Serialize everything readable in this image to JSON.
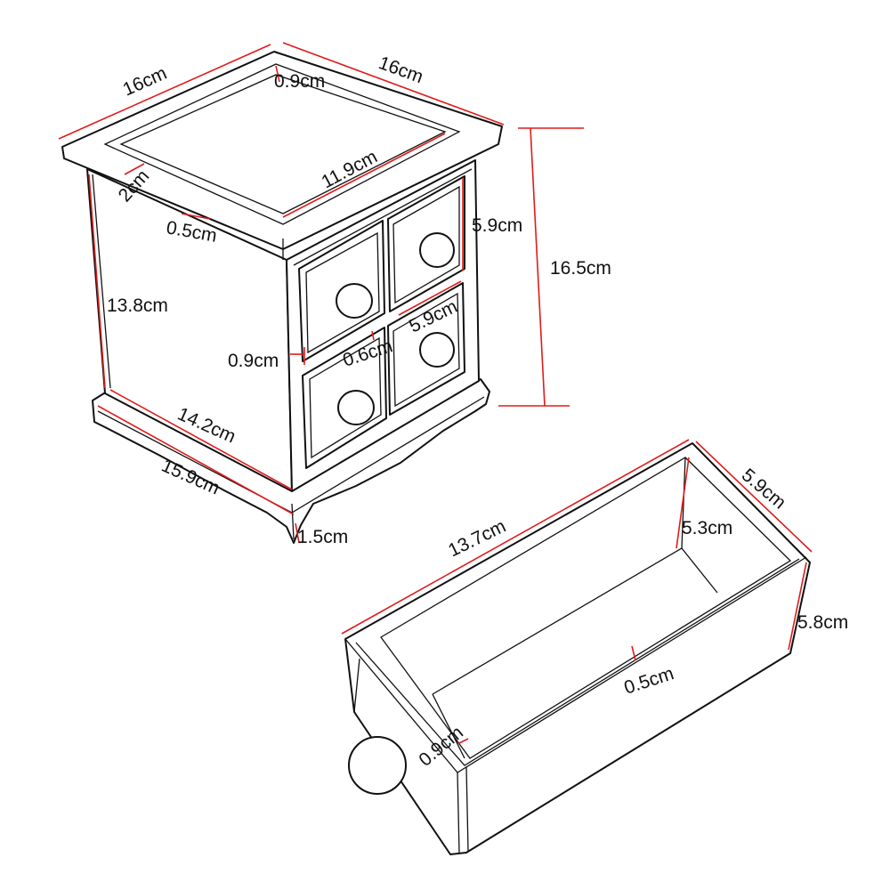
{
  "colors": {
    "dimension_line": "#e01b1b",
    "outline": "#111111",
    "background": "#ffffff"
  },
  "dimensions": {
    "top_width_left": "16cm",
    "top_width_right": "16cm",
    "frame_border": "0.9cm",
    "top_recess": "11.9cm",
    "top_thickness": "2cm",
    "top_overhang": "0.5cm",
    "drawer_height": "5.9cm",
    "total_height": "16.5cm",
    "body_height": "13.8cm",
    "drawer_width": "5.9cm",
    "side_gap": "0.9cm",
    "drawer_gap": "0.6cm",
    "body_width": "14.2cm",
    "base_width": "15.9cm",
    "foot_height": "1.5cm",
    "drawer_length": "13.7cm",
    "drawer_box_width": "5.9cm",
    "drawer_inner_depth": "5.3cm",
    "drawer_box_height": "5.8cm",
    "drawer_bottom_thickness": "0.5cm",
    "drawer_front_thickness": "0.9cm"
  }
}
